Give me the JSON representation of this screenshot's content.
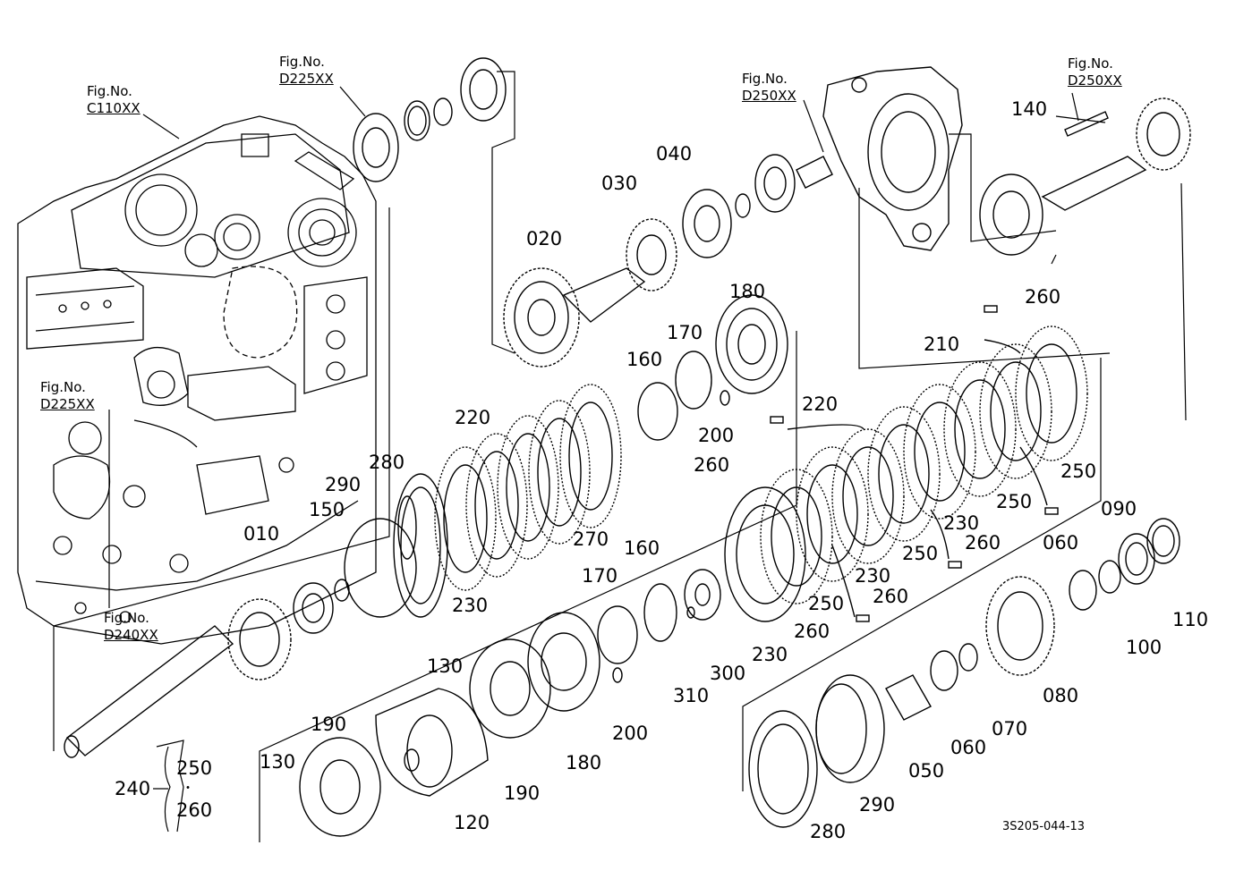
{
  "diagram": {
    "doc_id": "3S205-044-13",
    "fig_refs": [
      {
        "head": "Fig.No.",
        "code": "C110XX"
      },
      {
        "head": "Fig.No.",
        "code": "D225XX"
      },
      {
        "head": "Fig.No.",
        "code": "D250XX"
      },
      {
        "head": "Fig.No.",
        "code": "D250XX"
      },
      {
        "head": "Fig.No.",
        "code": "D225XX"
      },
      {
        "head": "Fig.No.",
        "code": "D240XX"
      }
    ],
    "callouts": [
      "020",
      "030",
      "040",
      "140",
      "180",
      "170",
      "160",
      "260",
      "210",
      "220",
      "220",
      "280",
      "290",
      "150",
      "010",
      "200",
      "260",
      "270",
      "230",
      "250",
      "250",
      "260",
      "230",
      "250",
      "230",
      "250",
      "260",
      "260",
      "060",
      "090",
      "110",
      "100",
      "170",
      "160",
      "130",
      "190",
      "130",
      "190",
      "180",
      "200",
      "310",
      "300",
      "230",
      "120",
      "050",
      "060",
      "070",
      "080",
      "280",
      "290"
    ],
    "kit": {
      "parent": "240",
      "child_top": "250",
      "child_bottom": "260",
      "dot": "・"
    }
  }
}
